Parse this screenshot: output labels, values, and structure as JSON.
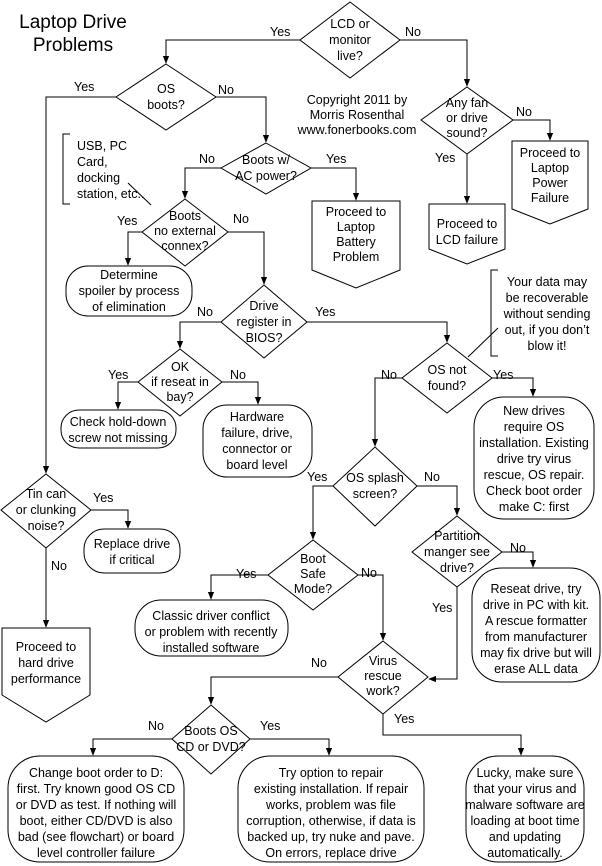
{
  "title": [
    "Laptop Drive",
    "Problems"
  ],
  "copyright": [
    "Copyright 2011 by",
    "Morris Rosenthal",
    "www.fonerbooks.com"
  ],
  "labels": {
    "yes": "Yes",
    "no": "No"
  },
  "decisions": {
    "lcd_live": [
      "LCD or",
      "monitor",
      "live?"
    ],
    "os_boots": [
      "OS",
      "boots?"
    ],
    "fan_sound": [
      "Any fan",
      "or drive",
      "sound?"
    ],
    "boots_ac": [
      "Boots w/",
      "AC power?"
    ],
    "no_external": [
      "Boots",
      "no external",
      "connex?"
    ],
    "drive_bios": [
      "Drive",
      "register in",
      "BIOS?"
    ],
    "reseat_bay": [
      "OK",
      "if reseat in",
      "bay?"
    ],
    "os_not_found": [
      "OS not",
      "found?"
    ],
    "tin_can": [
      "Tin can",
      "or clunking",
      "noise?"
    ],
    "splash": [
      "OS splash",
      "screen?"
    ],
    "partition": [
      "Partition",
      "manger see",
      "drive?"
    ],
    "safe_mode": [
      "Boot",
      "Safe",
      "Mode?"
    ],
    "virus_rescue": [
      "Virus",
      "rescue",
      "work?"
    ],
    "boots_cd": [
      "Boots OS",
      "CD or DVD?"
    ]
  },
  "terminals": {
    "power_failure": [
      "Proceed to",
      "Laptop",
      "Power",
      "Failure"
    ],
    "battery": [
      "Proceed to",
      "Laptop",
      "Battery",
      "Problem"
    ],
    "lcd_failure": [
      "Proceed to",
      "LCD failure"
    ],
    "hard_drive_perf": [
      "Proceed to",
      "hard drive",
      "performance"
    ]
  },
  "outcomes": {
    "spoiler": [
      "Determine",
      "spoiler by process",
      "of elimination"
    ],
    "hold_down": [
      "Check hold-down",
      "screw not missing"
    ],
    "hardware_failure": [
      "Hardware",
      "failure, drive,",
      "connector or",
      "board level"
    ],
    "new_drives": [
      "New drives",
      "require OS",
      "installation. Existing",
      "drive try virus",
      "rescue, OS repair.",
      "Check boot order",
      "make C: first"
    ],
    "replace_drive": [
      "Replace drive",
      "if critical"
    ],
    "driver_conflict": [
      "Classic driver conflict",
      "or problem with recently",
      "installed software"
    ],
    "reseat_try": [
      "Reseat drive, try",
      "drive in PC with kit.",
      "A rescue formatter",
      "from manufacturer",
      "may fix drive but will",
      "erase ALL data"
    ],
    "boot_order_d": [
      "Change boot order to D:",
      "first. Try known good OS CD",
      "or DVD as test. If nothing will",
      "boot, either CD/DVD is also",
      "bad (see flowchart) or board",
      "level controller failure"
    ],
    "repair_install": [
      "Try option to repair",
      "existing installation. If repair",
      "works, problem was file",
      "corruption, otherwise, if data is",
      "backed up, try nuke and pave.",
      "On errors, replace drive"
    ],
    "lucky": [
      "Lucky, make sure",
      "that your virus and",
      "malware software are",
      "loading at boot time",
      "and updating",
      "automatically."
    ]
  },
  "notes": {
    "usb": [
      "USB, PC",
      "Card,",
      "docking",
      "station, etc.."
    ],
    "recoverable": [
      "Your data may",
      "be recoverable",
      "without sending",
      "out, if you don’t",
      "blow it!"
    ]
  }
}
